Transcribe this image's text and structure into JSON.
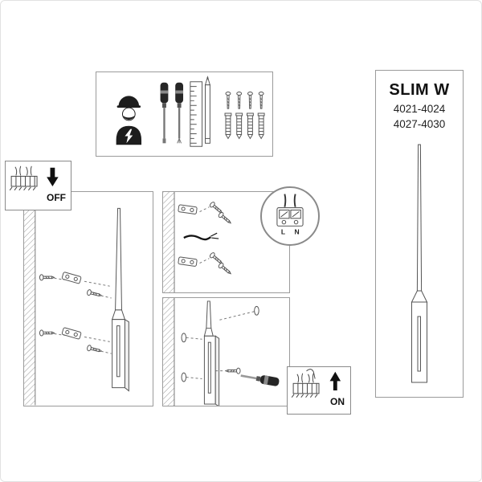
{
  "product": {
    "title": "SLIM W",
    "models_line1": "4021-4024",
    "models_line2": "4027-4030"
  },
  "power": {
    "off_label": "OFF",
    "on_label": "ON"
  },
  "wiring": {
    "live_label": "L",
    "neutral_label": "N"
  },
  "tools": {
    "icons": [
      "electrician-icon",
      "flat-screwdriver-icon",
      "phillips-screwdriver-icon",
      "ruler-icon",
      "pencil-icon",
      "wall-anchor-screw-icon"
    ]
  },
  "colors": {
    "background": "#ffffff",
    "line": "#555555",
    "dark": "#1a1a1a",
    "panel_border": "#9b9b9b",
    "hatch": "#9a9a9a"
  }
}
